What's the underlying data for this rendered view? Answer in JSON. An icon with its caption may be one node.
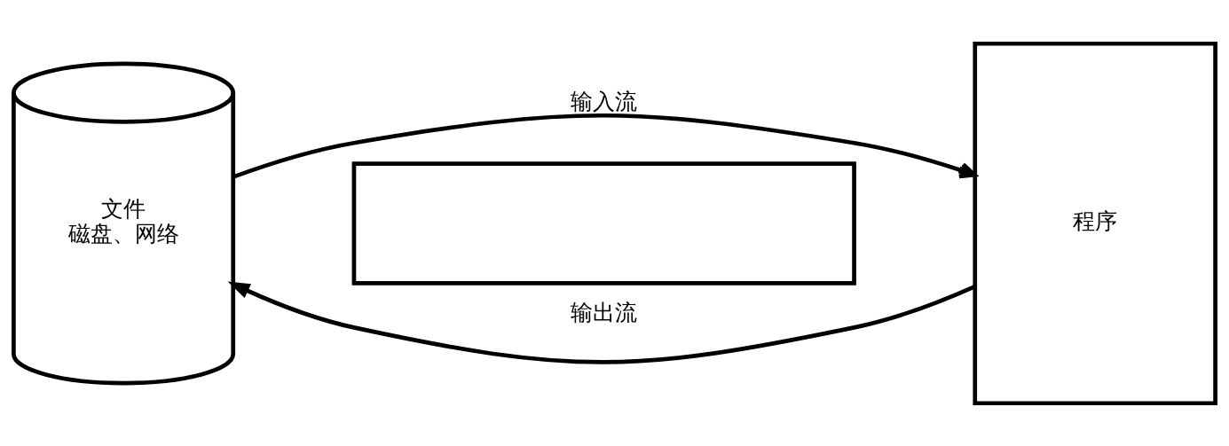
{
  "diagram": {
    "nodes": [
      {
        "text": [
          "文件",
          "磁盘、网络"
        ]
      },
      {
        "text": [],
        "shape": "bar"
      },
      {
        "text": [
          "程序"
        ]
      }
    ],
    "edges": [
      {
        "from": 0,
        "to": 2,
        "arrow": "to",
        "label": "输入流"
      },
      {
        "from": 2,
        "to": 0,
        "arrow": "to",
        "label": "输出流"
      }
    ]
  }
}
